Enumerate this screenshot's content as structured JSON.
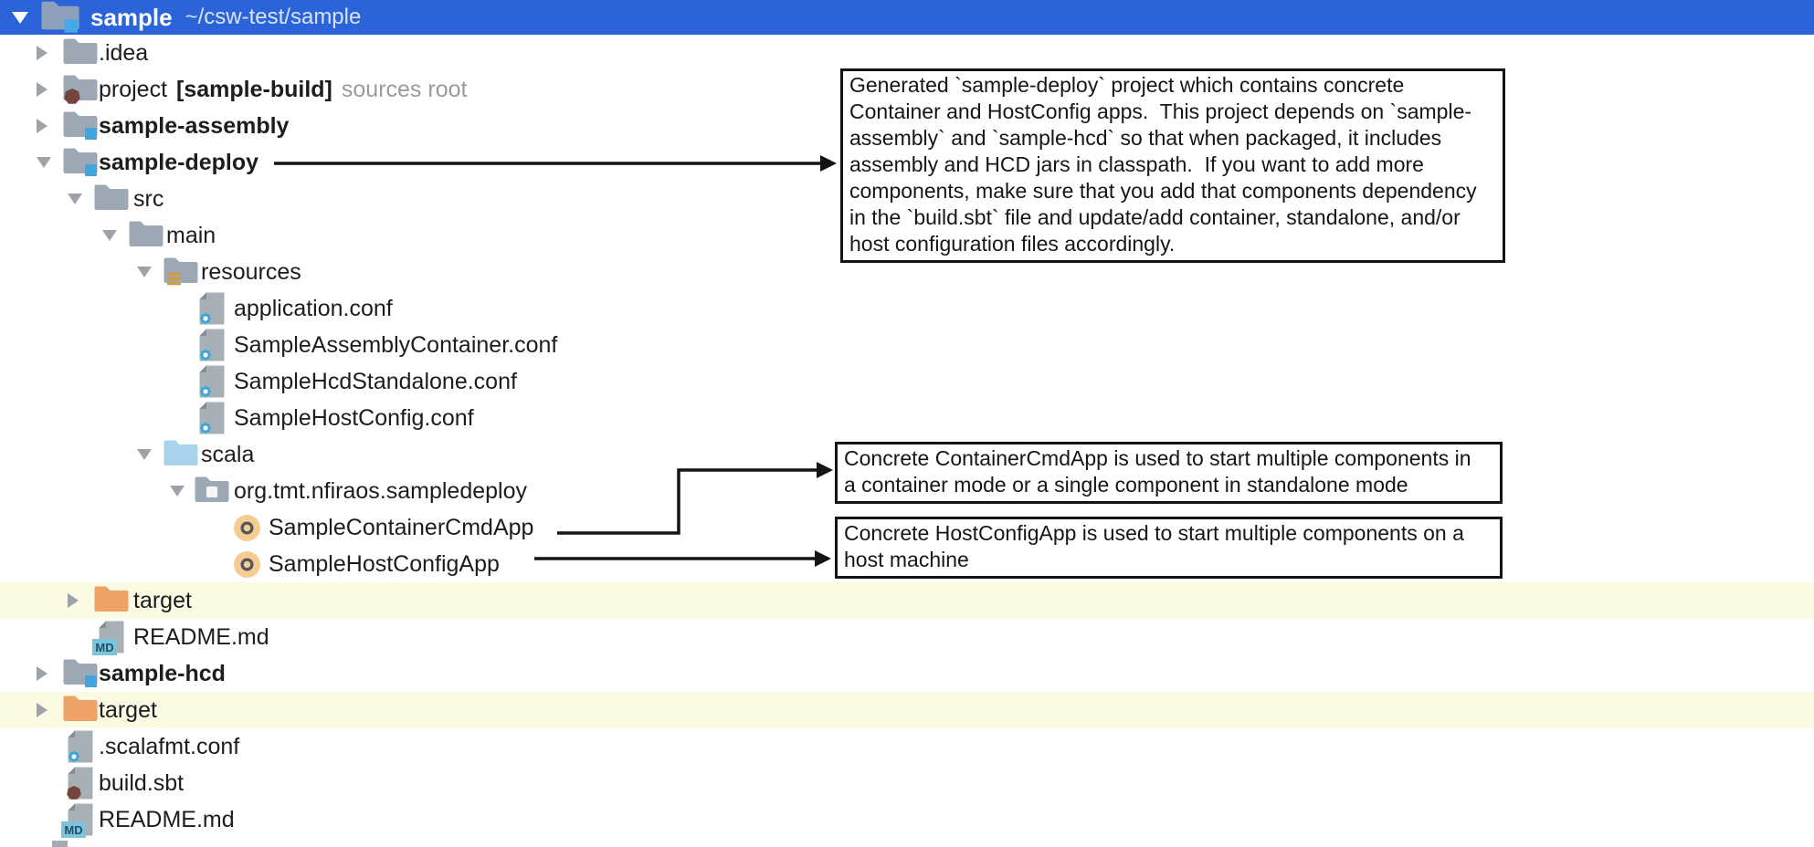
{
  "window": {
    "title": "sample",
    "path": "~/csw-test/sample"
  },
  "tree": {
    "rows": [
      {
        "name": "row-idea",
        "level": 1,
        "expand": "collapsed",
        "icon": "folder",
        "parts": [
          {
            "t": ".idea",
            "s": "plain"
          }
        ]
      },
      {
        "name": "row-project",
        "level": 1,
        "expand": "collapsed",
        "icon": "folder-sbt",
        "parts": [
          {
            "t": "project",
            "s": "plain"
          },
          {
            "t": "[sample-build]",
            "s": "bold"
          },
          {
            "t": "sources root",
            "s": "muted"
          }
        ]
      },
      {
        "name": "row-sample-assembly",
        "level": 1,
        "expand": "collapsed",
        "icon": "folder-module",
        "parts": [
          {
            "t": "sample-assembly",
            "s": "bold"
          }
        ]
      },
      {
        "name": "row-sample-deploy",
        "level": 1,
        "expand": "expanded",
        "icon": "folder-module",
        "parts": [
          {
            "t": "sample-deploy",
            "s": "bold"
          }
        ]
      },
      {
        "name": "row-src",
        "level": 2,
        "expand": "expanded",
        "icon": "folder",
        "parts": [
          {
            "t": "src",
            "s": "plain"
          }
        ]
      },
      {
        "name": "row-main",
        "level": 3,
        "expand": "expanded",
        "icon": "folder",
        "parts": [
          {
            "t": "main",
            "s": "plain"
          }
        ]
      },
      {
        "name": "row-resources",
        "level": 4,
        "expand": "expanded",
        "icon": "folder-resources",
        "parts": [
          {
            "t": "resources",
            "s": "plain"
          }
        ]
      },
      {
        "name": "row-application-conf",
        "level": 5,
        "expand": "none",
        "icon": "file-config",
        "parts": [
          {
            "t": "application.conf",
            "s": "plain"
          }
        ]
      },
      {
        "name": "row-sample-assembly-container-conf",
        "level": 5,
        "expand": "none",
        "icon": "file-config",
        "parts": [
          {
            "t": "SampleAssemblyContainer.conf",
            "s": "plain"
          }
        ]
      },
      {
        "name": "row-sample-hcd-standalone-conf",
        "level": 5,
        "expand": "none",
        "icon": "file-config",
        "parts": [
          {
            "t": "SampleHcdStandalone.conf",
            "s": "plain"
          }
        ]
      },
      {
        "name": "row-sample-host-config-conf",
        "level": 5,
        "expand": "none",
        "icon": "file-config",
        "parts": [
          {
            "t": "SampleHostConfig.conf",
            "s": "plain"
          }
        ]
      },
      {
        "name": "row-scala",
        "level": 4,
        "expand": "expanded",
        "icon": "folder-source",
        "parts": [
          {
            "t": "scala",
            "s": "plain"
          }
        ]
      },
      {
        "name": "row-package-org-tmt-nfiraos-sampledeploy",
        "level": 5,
        "expand": "expanded",
        "icon": "folder-package",
        "parts": [
          {
            "t": "org.tmt.nfiraos.sampledeploy",
            "s": "plain"
          }
        ]
      },
      {
        "name": "row-sample-container-cmd-app",
        "level": 6,
        "expand": "none",
        "icon": "scala-object",
        "parts": [
          {
            "t": "SampleContainerCmdApp",
            "s": "plain"
          }
        ]
      },
      {
        "name": "row-sample-host-config-app",
        "level": 6,
        "expand": "none",
        "icon": "scala-object",
        "parts": [
          {
            "t": "SampleHostConfigApp",
            "s": "plain"
          }
        ]
      },
      {
        "name": "row-target-deploy",
        "level": 2,
        "expand": "collapsed",
        "icon": "folder-excluded",
        "highlight": true,
        "parts": [
          {
            "t": "target",
            "s": "plain"
          }
        ]
      },
      {
        "name": "row-readme-deploy",
        "level": 2,
        "expand": "none",
        "icon": "file-md",
        "badge": "MD",
        "parts": [
          {
            "t": "README.md",
            "s": "plain"
          }
        ]
      },
      {
        "name": "row-sample-hcd",
        "level": 1,
        "expand": "collapsed",
        "icon": "folder-module",
        "parts": [
          {
            "t": "sample-hcd",
            "s": "bold"
          }
        ]
      },
      {
        "name": "row-target-root",
        "level": 1,
        "expand": "collapsed",
        "icon": "folder-excluded",
        "highlight": true,
        "parts": [
          {
            "t": "target",
            "s": "plain"
          }
        ]
      },
      {
        "name": "row-scalafmt-conf",
        "level": 1,
        "expand": "none",
        "icon": "file-config",
        "parts": [
          {
            "t": ".scalafmt.conf",
            "s": "plain"
          }
        ]
      },
      {
        "name": "row-build-sbt",
        "level": 1,
        "expand": "none",
        "icon": "file-sbt",
        "parts": [
          {
            "t": "build.sbt",
            "s": "plain"
          }
        ]
      },
      {
        "name": "row-readme-root",
        "level": 1,
        "expand": "none",
        "icon": "file-md",
        "badge": "MD",
        "parts": [
          {
            "t": "README.md",
            "s": "plain"
          }
        ]
      }
    ]
  },
  "annotations": [
    {
      "id": "deploy-note",
      "text": "Generated `sample-deploy` project which contains concrete\nContainer and HostConfig apps.  This project depends on `sample-\nassembly` and `sample-hcd` so that when packaged, it includes\nassembly and HCD jars in classpath.  If you want to add more\ncomponents, make sure that you add that components dependency\nin the `build.sbt` file and update/add container, standalone, and/or\nhost configuration files accordingly."
    },
    {
      "id": "container-cmd-app-note",
      "text": "Concrete ContainerCmdApp is used to start multiple components in\na container mode or a single component in standalone mode"
    },
    {
      "id": "host-config-app-note",
      "text": "Concrete HostConfigApp is used to start multiple components on a\nhost machine"
    }
  ],
  "colors": {
    "titlebar_blue": "#2B63D9",
    "row_highlight_yellow": "#FCFAE3",
    "folder_gray": "#9CA8B4",
    "folder_excluded_orange": "#EEA266",
    "folder_source_blue": "#A7D4EA",
    "module_badge_blue": "#42A4E0",
    "sbt_brown": "#73453C",
    "resources_badge_gold": "#D29D41",
    "config_gear_blue": "#3BA7D9",
    "scala_object_tan": "#F6CC92",
    "md_badge_blue": "#7CC4DD",
    "annotation_ink": "#141414",
    "tree_text": "#1D1D1F",
    "muted_text": "#9A9A9A"
  }
}
